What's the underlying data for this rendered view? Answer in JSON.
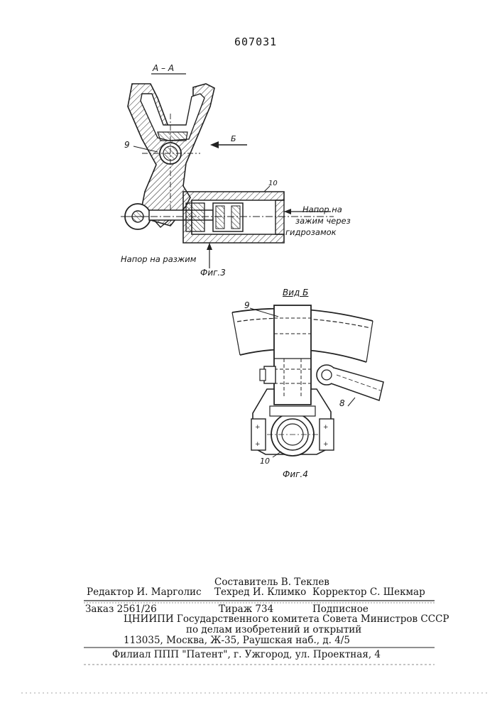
{
  "patent_number": "607031",
  "fig3": {
    "section_label": "А – А",
    "ref_9": "9",
    "ref_10": "10",
    "view_arrow_label": "Б",
    "pressure_clamp_line1": "Напор на",
    "pressure_clamp_line2": "зажим через",
    "pressure_clamp_line3": "гидрозамок",
    "pressure_release": "Напор на разжим",
    "caption": "Фиг.3"
  },
  "fig4": {
    "view_label": "Вид Б",
    "ref_9": "9",
    "ref_8": "8",
    "ref_10": "10",
    "caption": "Фиг.4"
  },
  "imprint": {
    "compiler": "Составитель В. Теклев",
    "editor": "Редактор И. Марголис",
    "techred": "Техред И. Климко",
    "corrector": "Корректор С. Шекмар",
    "order": "Заказ 2561/26",
    "circulation": "Тираж 734",
    "subscription": "Подписное",
    "org_line1": "ЦНИИПИ Государственного комитета Совета Министров СССР",
    "org_line2": "по делам изобретений и открытий",
    "address": "113035, Москва, Ж-35, Раушская наб., д. 4/5",
    "branch": "Филиал ППП \"Патент\", г. Ужгород, ул. Проектная, 4"
  }
}
